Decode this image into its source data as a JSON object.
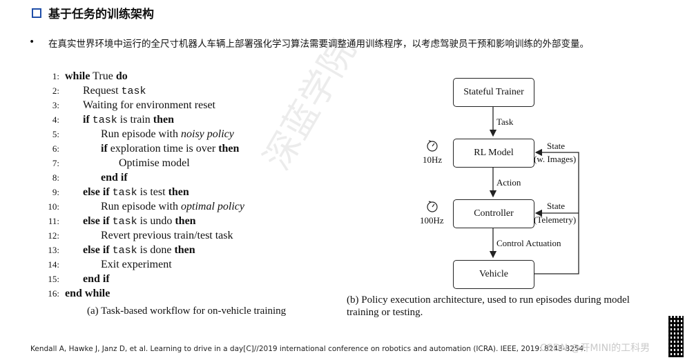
{
  "header": {
    "title": "基于任务的训练架构"
  },
  "bullet": {
    "text": "在真实世界环境中运行的全尺寸机器人车辆上部署强化学习算法需要调整通用训练程序，以考虑驾驶员干预和影响训练的外部变量。"
  },
  "algorithm": {
    "lines": [
      {
        "n": "1:",
        "parts": [
          {
            "t": "while",
            "s": "b"
          },
          {
            "t": " True "
          },
          {
            "t": "do",
            "s": "b"
          }
        ]
      },
      {
        "n": "2:",
        "parts": [
          {
            "t": "Request "
          },
          {
            "t": "task",
            "s": "mono"
          }
        ]
      },
      {
        "n": "3:",
        "parts": [
          {
            "t": "Waiting for environment reset"
          }
        ]
      },
      {
        "n": "4:",
        "parts": [
          {
            "t": "if",
            "s": "b"
          },
          {
            "t": " "
          },
          {
            "t": "task",
            "s": "mono"
          },
          {
            "t": " is train "
          },
          {
            "t": "then",
            "s": "b"
          }
        ]
      },
      {
        "n": "5:",
        "parts": [
          {
            "t": "Run episode with "
          },
          {
            "t": "noisy policy",
            "s": "i"
          }
        ]
      },
      {
        "n": "6:",
        "parts": [
          {
            "t": "if",
            "s": "b"
          },
          {
            "t": " exploration time is over "
          },
          {
            "t": "then",
            "s": "b"
          }
        ]
      },
      {
        "n": "7:",
        "parts": [
          {
            "t": "Optimise model"
          }
        ]
      },
      {
        "n": "8:",
        "parts": [
          {
            "t": "end if",
            "s": "b"
          }
        ]
      },
      {
        "n": "9:",
        "parts": [
          {
            "t": "else if",
            "s": "b"
          },
          {
            "t": " "
          },
          {
            "t": "task",
            "s": "mono"
          },
          {
            "t": " is test "
          },
          {
            "t": "then",
            "s": "b"
          }
        ]
      },
      {
        "n": "10:",
        "parts": [
          {
            "t": "Run episode with "
          },
          {
            "t": "optimal policy",
            "s": "i"
          }
        ]
      },
      {
        "n": "11:",
        "parts": [
          {
            "t": "else if",
            "s": "b"
          },
          {
            "t": " "
          },
          {
            "t": "task",
            "s": "mono"
          },
          {
            "t": " is undo "
          },
          {
            "t": "then",
            "s": "b"
          }
        ]
      },
      {
        "n": "12:",
        "parts": [
          {
            "t": "Revert previous train/test task"
          }
        ]
      },
      {
        "n": "13:",
        "parts": [
          {
            "t": "else if",
            "s": "b"
          },
          {
            "t": " "
          },
          {
            "t": "task",
            "s": "mono"
          },
          {
            "t": " is done "
          },
          {
            "t": "then",
            "s": "b"
          }
        ]
      },
      {
        "n": "14:",
        "parts": [
          {
            "t": "Exit experiment"
          }
        ]
      },
      {
        "n": "15:",
        "parts": [
          {
            "t": "end if",
            "s": "b"
          }
        ]
      },
      {
        "n": "16:",
        "parts": [
          {
            "t": "end while",
            "s": "b"
          }
        ]
      }
    ],
    "caption": "(a) Task-based workflow for on-vehicle training"
  },
  "diagram": {
    "nodes": {
      "stateful_trainer": "Stateful Trainer",
      "rl_model": "RL Model",
      "controller": "Controller",
      "vehicle": "Vehicle"
    },
    "edges": {
      "task": "Task",
      "action": "Action",
      "control_actuation": "Control Actuation",
      "state_images_1": "State",
      "state_images_2": "(w. Images)",
      "state_telemetry_1": "State",
      "state_telemetry_2": "(Telemetry)"
    },
    "rates": {
      "rl_model": "10Hz",
      "controller": "100Hz"
    },
    "caption": "(b) Policy execution architecture, used to run episodes during model training or testing."
  },
  "watermark": "深蓝学院",
  "footer": {
    "citation": "Kendall A, Hawke J, Janz D, et al. Learning to drive in a day[C]//2019 international conference on robotics and automation (ICRA). IEEE, 2019: 8248-8254.",
    "csdn": "CSDN @开MINI的工科男"
  },
  "colors": {
    "accent": "#1f4ea8"
  }
}
